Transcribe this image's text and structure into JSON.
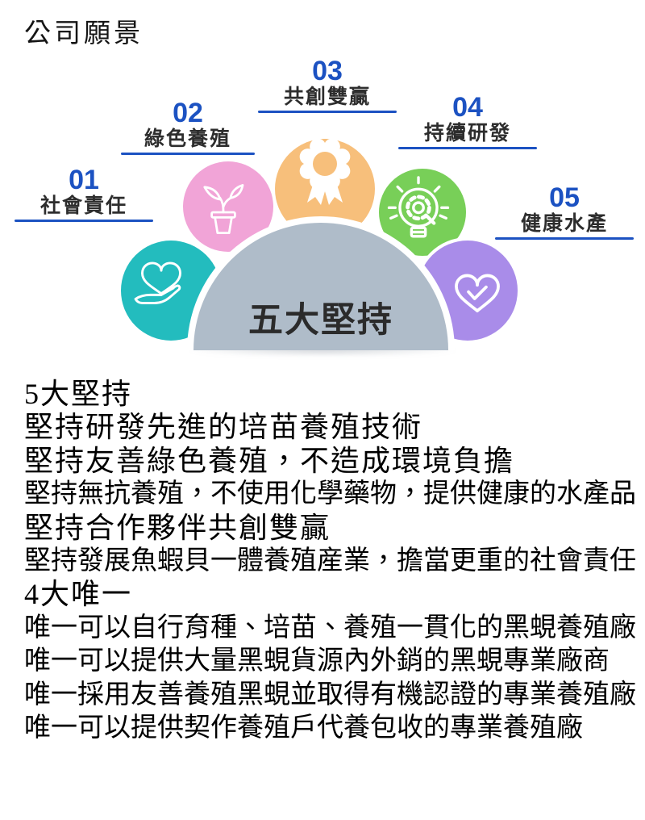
{
  "page_title": "公司願景",
  "infographic": {
    "center_label": "五大堅持",
    "accent_blue": "#1C52C2",
    "center_bg": "#AFBCC9",
    "items": [
      {
        "number": "01",
        "label": "社會責任",
        "color": "#23BCBE",
        "icon": "heart-in-hand-icon"
      },
      {
        "number": "02",
        "label": "綠色養殖",
        "color": "#F1A4D7",
        "icon": "sprout-pot-icon"
      },
      {
        "number": "03",
        "label": "共創雙贏",
        "color": "#F7BF7B",
        "icon": "award-rosette-icon"
      },
      {
        "number": "04",
        "label": "持續研發",
        "color": "#78CF58",
        "icon": "lightbulb-gear-icon"
      },
      {
        "number": "05",
        "label": "健康水產",
        "color": "#A98CE9",
        "icon": "heart-check-icon"
      }
    ]
  },
  "body": {
    "lines": [
      "5大堅持",
      "堅持研發先進的培苗養殖技術",
      "堅持友善綠色養殖，不造成環境負擔",
      "堅持無抗養殖，不使用化學藥物，提供健康的水產品",
      "堅持合作夥伴共創雙贏",
      "堅持發展魚蝦貝一體養殖産業，擔當更重的社會責任",
      "4大唯一",
      "唯一可以自行育種、培苗、養殖一貫化的黑蜆養殖廠",
      "唯一可以提供大量黑蜆貨源內外銷的黑蜆專業廠商",
      "唯一採用友善養殖黑蜆並取得有機認證的專業養殖廠",
      "唯一可以提供契作養殖戶代養包收的專業養殖廠"
    ]
  }
}
